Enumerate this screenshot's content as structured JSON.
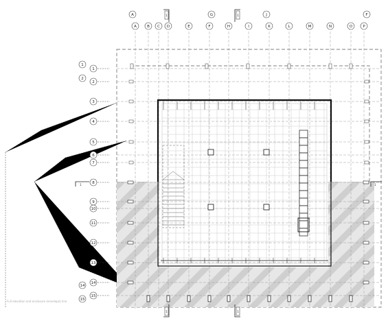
{
  "drawing": {
    "top_secondary_grids": [
      "A",
      "G",
      "J",
      "F"
    ],
    "top_grids": [
      "A",
      "B",
      "C",
      "D",
      "E",
      "F",
      "H",
      "I",
      "K",
      "L",
      "M",
      "N",
      "O",
      "P"
    ],
    "left_secondary_grids": [
      "1",
      "2",
      "3",
      "4",
      "5",
      "6",
      "7",
      "8",
      "9",
      "10",
      "11",
      "12",
      "13",
      "14",
      "15"
    ],
    "left_grids": [
      "1",
      "2",
      "3",
      "4",
      "5",
      "6",
      "7",
      "8",
      "9",
      "10",
      "11",
      "12",
      "13",
      "14",
      "15"
    ],
    "section_marks": [
      "1",
      "1",
      "1",
      "1"
    ],
    "footnote": "Full elevation and enclosure (envelope) line"
  },
  "colors": {
    "line": "#222222",
    "grid": "#9a9a9a",
    "hatch": "#d8d8d8",
    "wall": "#111111"
  }
}
